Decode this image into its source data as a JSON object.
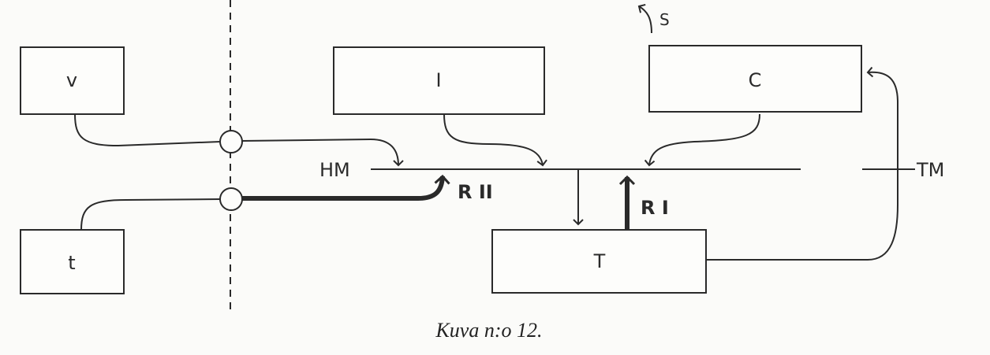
{
  "diagram": {
    "boxes": {
      "v": "v",
      "I": "I",
      "C": "C",
      "t": "t",
      "T": "T"
    },
    "labels": {
      "HM": "HM",
      "TM": "TM",
      "RI": "R I",
      "RII": "R II",
      "S": "S"
    },
    "caption": "Kuva n:o 12."
  }
}
